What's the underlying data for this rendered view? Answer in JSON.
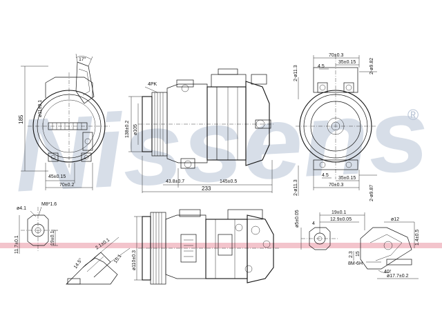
{
  "watermark": {
    "brand": "Nissens",
    "registered_mark": "®",
    "color": "#b8c4d6"
  },
  "band_color": "#f3c4cc",
  "view_front": {
    "d_height": "185",
    "d_shaft": "ø11±0.1",
    "d_width1": "45±0.15",
    "d_width2": "70±0.2",
    "d_angle": "17°"
  },
  "view_side": {
    "d_belt": "4PK",
    "d_pulley": "138±0.2",
    "d_body": "ø105",
    "d_len1": "43.8±0.7",
    "d_len2": "145±0.5",
    "d_total": "233"
  },
  "view_end": {
    "d_top1": "70±0.3",
    "d_top2": "35±0.15",
    "d_top3": "4.5",
    "d_hole_top": "2-ø11.3",
    "d_ang_top": "2-ø9.82",
    "d_bot1": "4.5",
    "d_bot2": "35±0.15",
    "d_bot3": "70±0.3",
    "d_hole_bot": "2-ø11.3",
    "d_ang_bot": "2-ø9.87"
  },
  "detail_left": {
    "d_hole": "ø4.1",
    "d_thread": "M8*1.6",
    "d_h1": "19±0.1",
    "d_h2": "11.7±0.1",
    "d_ang1": "2.1±0.1",
    "d_ang2": "14.5°",
    "d_ang3": "15.1"
  },
  "view_bottom": {
    "d_pulley": "ø110±0.3"
  },
  "detail_right": {
    "d_a1": "ø5±0.05",
    "d_a2": "19±0.1",
    "d_a3": "12.9±0.05",
    "d_a4": "ø12",
    "d_a5": "1.4±0.5",
    "d_a6": "2.3",
    "d_a7": "8M-6H",
    "d_a8": "40°",
    "d_a9": "ø17.7±0.2",
    "d_a10": "4",
    "d_a11": "15"
  }
}
